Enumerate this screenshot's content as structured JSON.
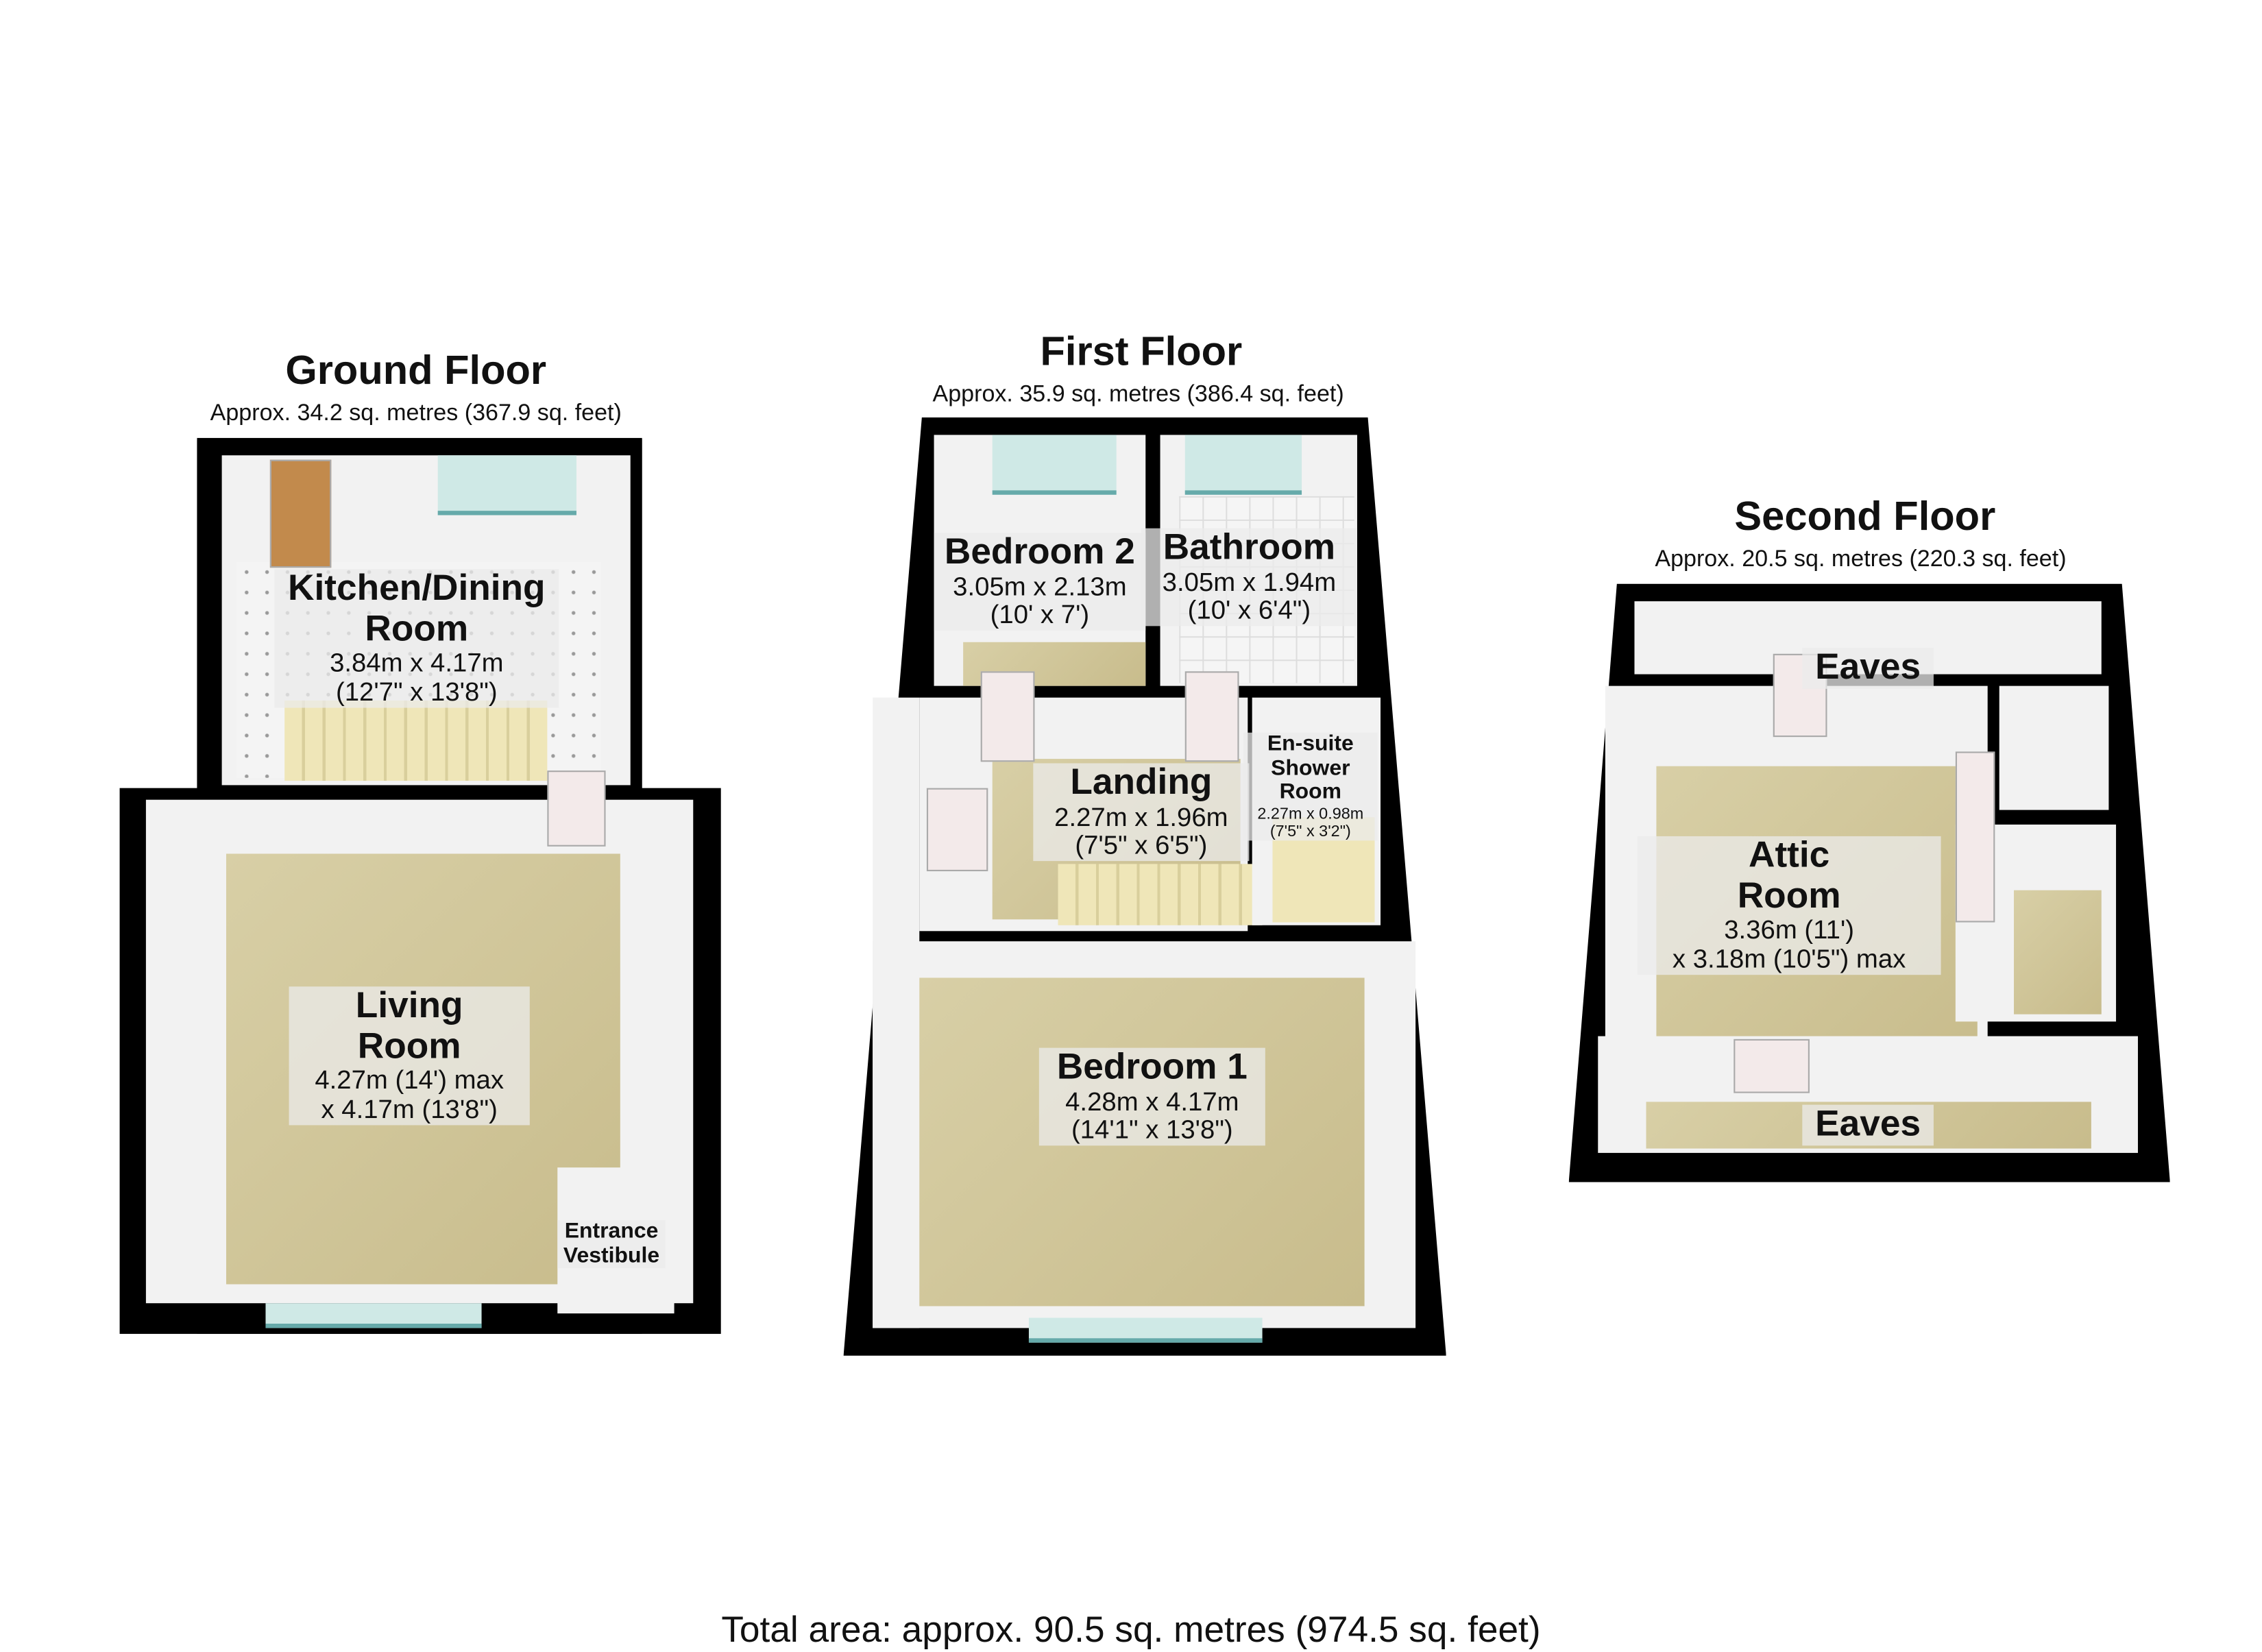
{
  "floors": [
    {
      "title": "Ground Floor",
      "area": "Approx. 34.2 sq. metres (367.9 sq. feet)",
      "rooms": [
        {
          "name": "Kitchen/Dining Room",
          "name_lines": [
            "Kitchen/Dining",
            "Room"
          ],
          "dims": [
            "3.84m x 4.17m",
            "(12'7\" x 13'8\")"
          ]
        },
        {
          "name": "Living Room",
          "name_lines": [
            "Living",
            "Room"
          ],
          "dims": [
            "4.27m (14') max",
            "x 4.17m (13'8\")"
          ]
        },
        {
          "name": "Entrance Vestibule",
          "name_lines": [
            "Entrance",
            "Vestibule"
          ],
          "dims": []
        }
      ]
    },
    {
      "title": "First Floor",
      "area": "Approx. 35.9 sq. metres (386.4 sq. feet)",
      "rooms": [
        {
          "name": "Bedroom 2",
          "name_lines": [
            "Bedroom 2"
          ],
          "dims": [
            "3.05m x 2.13m",
            "(10' x 7')"
          ]
        },
        {
          "name": "Bathroom",
          "name_lines": [
            "Bathroom"
          ],
          "dims": [
            "3.05m x 1.94m",
            "(10' x 6'4\")"
          ]
        },
        {
          "name": "Landing",
          "name_lines": [
            "Landing"
          ],
          "dims": [
            "2.27m x 1.96m",
            "(7'5\" x 6'5\")"
          ]
        },
        {
          "name": "En-suite Shower Room",
          "name_lines": [
            "En-suite",
            "Shower",
            "Room"
          ],
          "dims": [
            "2.27m x 0.98m",
            "(7'5\" x 3'2\")"
          ]
        },
        {
          "name": "Bedroom 1",
          "name_lines": [
            "Bedroom 1"
          ],
          "dims": [
            "4.28m x 4.17m",
            "(14'1\" x 13'8\")"
          ]
        }
      ]
    },
    {
      "title": "Second Floor",
      "area": "Approx. 20.5 sq. metres (220.3 sq. feet)",
      "rooms": [
        {
          "name": "Eaves",
          "name_lines": [
            "Eaves"
          ],
          "dims": []
        },
        {
          "name": "Attic Room",
          "name_lines": [
            "Attic",
            "Room"
          ],
          "dims": [
            "3.36m (11')",
            "x 3.18m (10'5\") max"
          ]
        },
        {
          "name": "Eaves",
          "name_lines": [
            "Eaves"
          ],
          "dims": []
        }
      ]
    }
  ],
  "total_area": "Total area: approx. 90.5 sq. metres (974.5 sq. feet)"
}
